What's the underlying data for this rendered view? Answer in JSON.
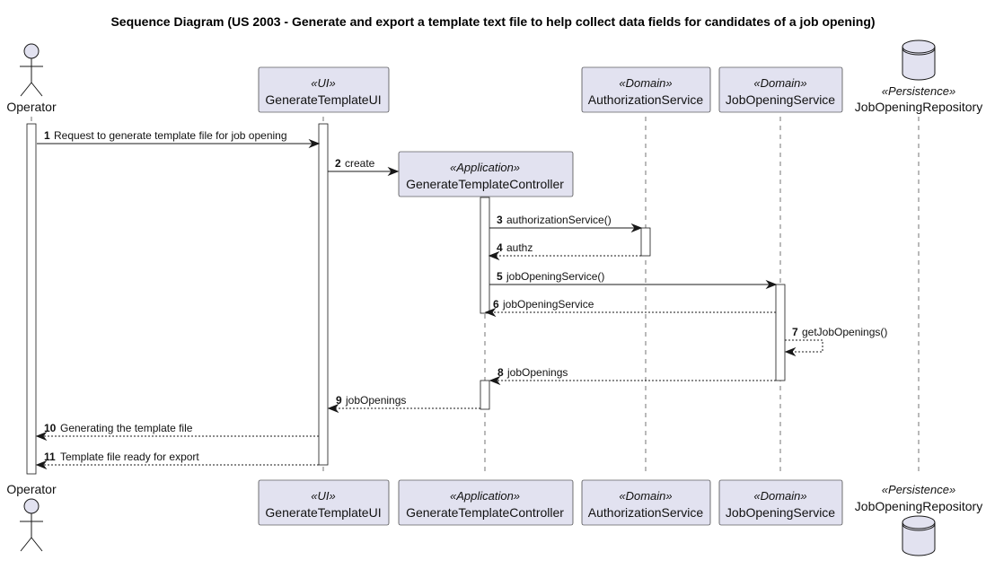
{
  "title": "Sequence Diagram (US 2003 - Generate and export a template text file to help collect data fields for candidates of a job opening)",
  "participants": [
    {
      "id": "operator",
      "kind": "actor",
      "stereotype": "",
      "name": "Operator"
    },
    {
      "id": "ui",
      "kind": "box",
      "stereotype": "«UI»",
      "name": "GenerateTemplateUI"
    },
    {
      "id": "controller",
      "kind": "box",
      "stereotype": "«Application»",
      "name": "GenerateTemplateController"
    },
    {
      "id": "authz",
      "kind": "box",
      "stereotype": "«Domain»",
      "name": "AuthorizationService"
    },
    {
      "id": "jobsvc",
      "kind": "box",
      "stereotype": "«Domain»",
      "name": "JobOpeningService"
    },
    {
      "id": "repo",
      "kind": "database",
      "stereotype": "«Persistence»",
      "name": "JobOpeningRepository"
    }
  ],
  "messages": [
    {
      "num": "1",
      "from": "operator",
      "to": "ui",
      "label": "Request to generate template file for job opening",
      "type": "sync"
    },
    {
      "num": "2",
      "from": "ui",
      "to": "controller",
      "label": "create",
      "type": "create"
    },
    {
      "num": "3",
      "from": "controller",
      "to": "authz",
      "label": "authorizationService()",
      "type": "sync"
    },
    {
      "num": "4",
      "from": "authz",
      "to": "controller",
      "label": "authz",
      "type": "return"
    },
    {
      "num": "5",
      "from": "controller",
      "to": "jobsvc",
      "label": "jobOpeningService()",
      "type": "sync"
    },
    {
      "num": "6",
      "from": "jobsvc",
      "to": "controller",
      "label": "jobOpeningService",
      "type": "return"
    },
    {
      "num": "7",
      "from": "jobsvc",
      "to": "jobsvc",
      "label": "getJobOpenings()",
      "type": "self"
    },
    {
      "num": "8",
      "from": "jobsvc",
      "to": "controller",
      "label": "jobOpenings",
      "type": "return"
    },
    {
      "num": "9",
      "from": "controller",
      "to": "ui",
      "label": "jobOpenings",
      "type": "return"
    },
    {
      "num": "10",
      "from": "ui",
      "to": "operator",
      "label": "Generating the template file",
      "type": "return"
    },
    {
      "num": "11",
      "from": "ui",
      "to": "operator",
      "label": "Template file ready for export",
      "type": "return"
    }
  ],
  "colors": {
    "participant_fill": "#e2e2f0",
    "line": "#181818",
    "activation_fill": "#ffffff"
  }
}
